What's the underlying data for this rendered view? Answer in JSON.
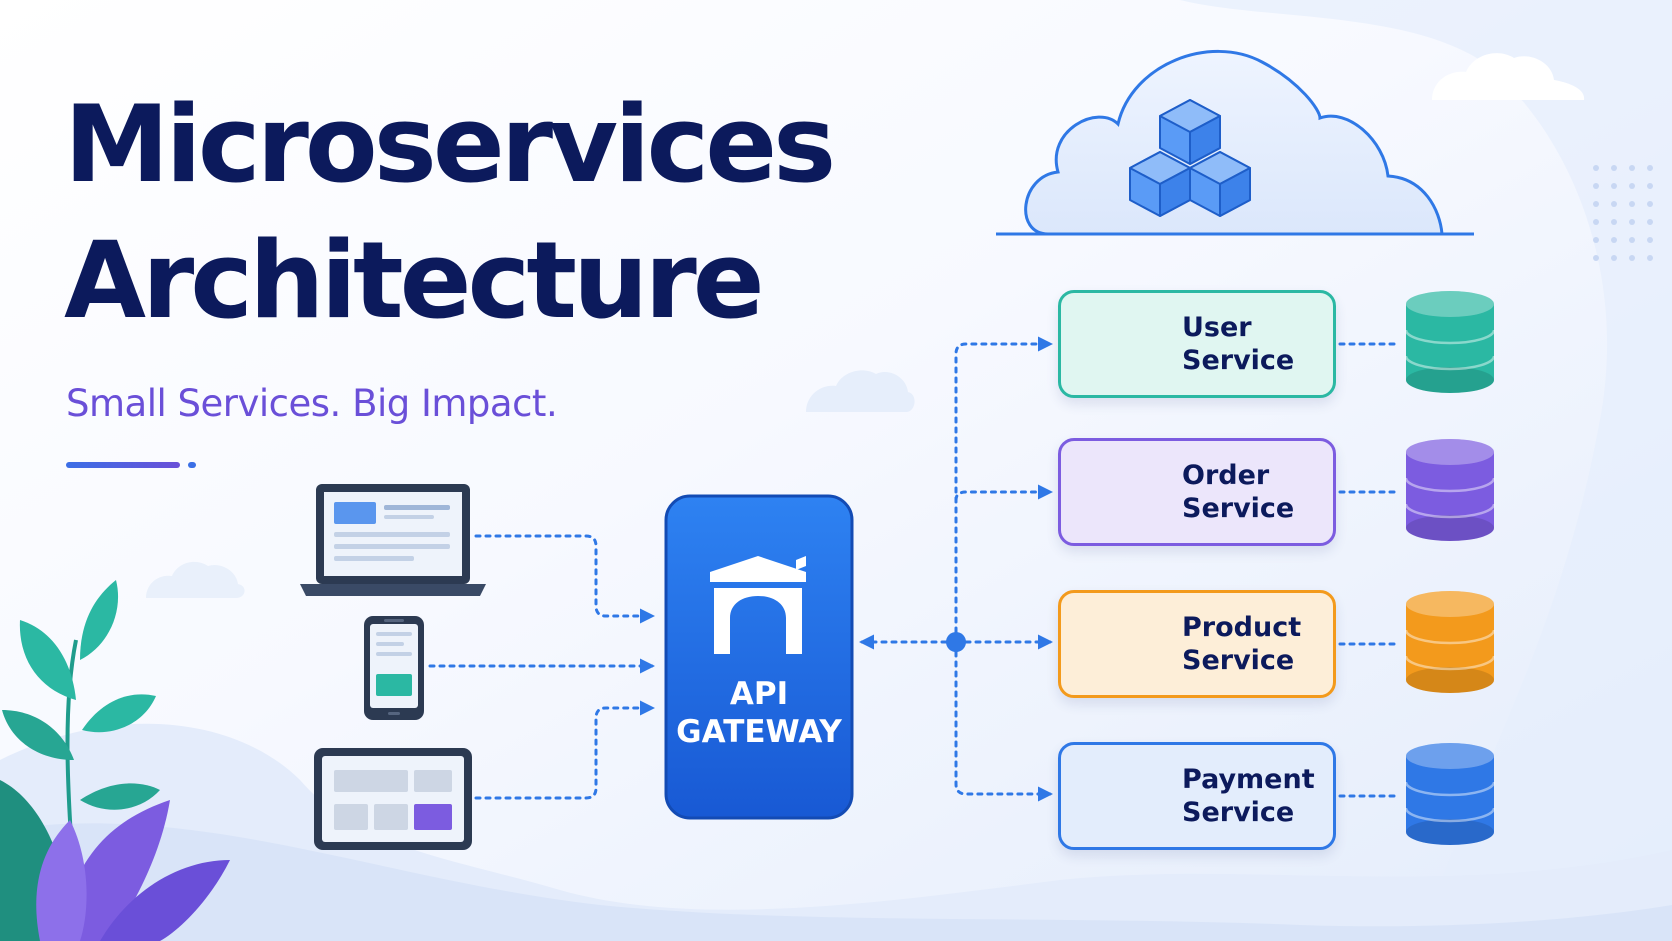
{
  "title": {
    "line1": "Microservices",
    "line2": "Architecture",
    "tagline": "Small Services. Big Impact."
  },
  "gateway": {
    "line1": "API",
    "line2": "GATEWAY",
    "color": "#1f6ee6",
    "icon": "gateway-arch-icon"
  },
  "clients": [
    {
      "id": "laptop",
      "icon": "laptop-icon"
    },
    {
      "id": "phone",
      "icon": "smartphone-icon"
    },
    {
      "id": "tablet",
      "icon": "tablet-icon"
    }
  ],
  "services": [
    {
      "id": "user",
      "line1": "User",
      "line2": "Service",
      "icon": "shopping-cart-icon",
      "accent": "#2bb8a3",
      "fill": "#e0f6f1",
      "database_color": "#2bb8a3"
    },
    {
      "id": "order",
      "line1": "Order",
      "line2": "Service",
      "icon": "user-profile-icon",
      "accent": "#7c5ce0",
      "fill": "#ece6fb",
      "database_color": "#7c5ce0"
    },
    {
      "id": "product",
      "line1": "Product",
      "line2": "Service",
      "icon": "package-box-icon",
      "accent": "#f39a1c",
      "fill": "#fdeed8",
      "database_color": "#f39a1c"
    },
    {
      "id": "payment",
      "line1": "Payment",
      "line2": "Service",
      "icon": "credit-card-icon",
      "accent": "#2f78e6",
      "fill": "#e3edfc",
      "database_color": "#2f78e6"
    }
  ],
  "cloud": {
    "icon": "cloud-icon",
    "cluster_icon": "cube-cluster-icon"
  },
  "colors": {
    "title": "#0c1a5c",
    "tagline": "#6a4fd8",
    "connector": "#2f78e6"
  }
}
